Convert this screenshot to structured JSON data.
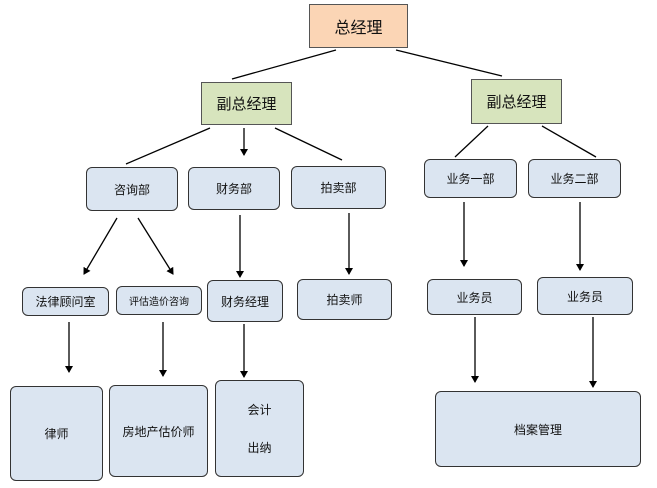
{
  "nodes": {
    "general_manager": "总经理",
    "vp_left": "副总经理",
    "vp_right": "副总经理",
    "consulting": "咨询部",
    "finance": "财务部",
    "auction": "拍卖部",
    "sales_1": "业务一部",
    "sales_2": "业务二部",
    "legal_office": "法律顾问室",
    "appraisal_consulting": "评估造价咨询",
    "finance_manager": "财务经理",
    "auctioneer": "拍卖师",
    "sales_staff_1": "业务员",
    "sales_staff_2": "业务员",
    "lawyer": "律师",
    "real_estate_appraiser": "房地产估价师",
    "accountant": "会计",
    "cashier": "出纳",
    "archive_management": "档案管理"
  },
  "colors": {
    "top": "#fbd5b5",
    "vp": "#d7e4bd",
    "box": "#dbe5f1"
  }
}
